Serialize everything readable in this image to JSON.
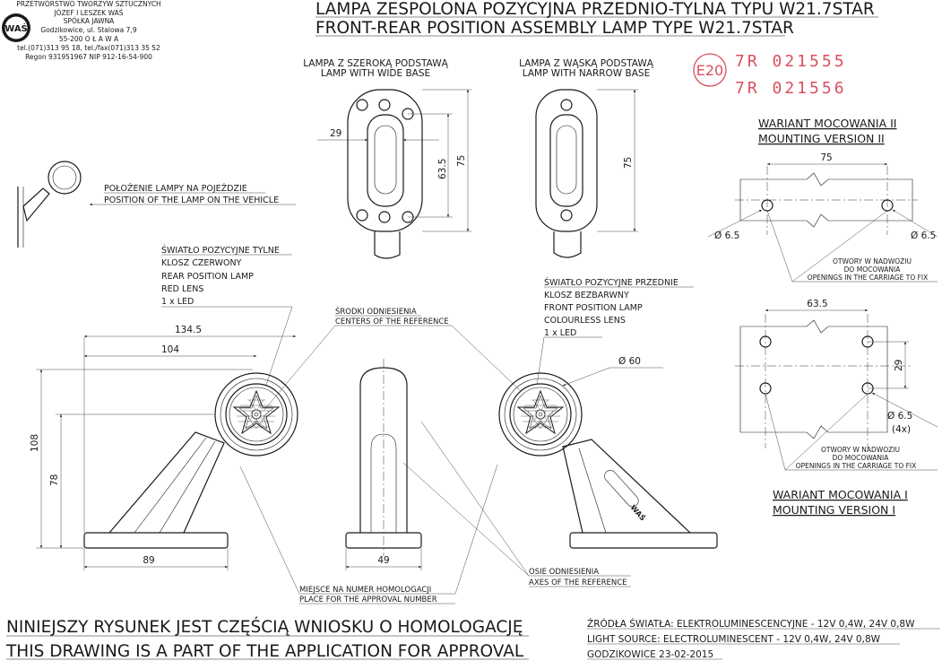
{
  "company": {
    "line1": "PRZETWÓRSTWO TWORZYW SZTUCZNYCH",
    "line2": "JÓZEF I LESZEK WAŚ",
    "line3": "SPÓŁKA JAWNA",
    "line4": "Godzikowice, ul. Stalowa 7,9",
    "line5": "55-200  O Ł A W A",
    "line6": "tel.(071)313 95 18, tel./fax(071)313 35 52",
    "line7": "Regon 931951967 NIP 912-16-54-900",
    "logo_text": "WAŚ"
  },
  "title": {
    "pl": "LAMPA ZESPOLONA POZYCYJNA PRZEDNIO-TYLNA  TYPU W21.7STAR",
    "en": "FRONT-REAR POSITION ASSEMBLY LAMP  TYPE W21.7STAR"
  },
  "approval": {
    "mark": "E20",
    "number_1": "7R  021555",
    "number_2": "7R  021556"
  },
  "views": {
    "wide_base_pl": "LAMPA Z SZEROKĄ PODSTAWĄ",
    "wide_base_en": "LAMP WITH WIDE BASE",
    "narrow_base_pl": "LAMPA Z WĄSKĄ PODSTAWĄ",
    "narrow_base_en": "LAMP WITH NARROW BASE",
    "position_pl": "POŁOŻENIE LAMPY NA POJEŹDZIE",
    "position_en": "POSITION OF THE LAMP ON THE VEHICLE"
  },
  "mounting_2": {
    "title_pl": "WARIANT MOCOWANIA II",
    "title_en": "MOUNTING VERSION II",
    "dim_75": "75",
    "hole_left": "Ø 6.5",
    "hole_right": "Ø 6.5",
    "note_pl_1": "OTWORY W NADWOZIU",
    "note_pl_2": "DO MOCOWANIA",
    "note_en": "OPENINGS IN THE CARRIAGE TO FIX"
  },
  "mounting_1": {
    "title_pl": "WARIANT MOCOWANIA I",
    "title_en": "MOUNTING VERSION I",
    "dim_635": "63.5",
    "dim_29": "29",
    "hole": "Ø 6.5",
    "hole_count": "(4x)",
    "note_pl_1": "OTWORY W NADWOZIU",
    "note_pl_2": "DO MOCOWANIA",
    "note_en": "OPENINGS IN THE CARRIAGE TO FIX"
  },
  "dims": {
    "wide_29": "29",
    "wide_635": "63.5",
    "wide_75": "75",
    "narrow_75": "75",
    "d_1345": "134.5",
    "d_104": "104",
    "d_108": "108",
    "d_78": "78",
    "d_89": "89",
    "d_49": "49",
    "d_60": "Ø 60"
  },
  "rear_lamp": {
    "l1": "ŚWIATŁO POZYCYJNE TYLNE",
    "l2": "KLOSZ  CZERWONY",
    "l3": "REAR POSITION LAMP",
    "l4": "RED LENS",
    "l5": "1 x LED"
  },
  "front_lamp": {
    "l1": "ŚWIATŁO POZYCYJNE PRZEDNIE",
    "l2": "KLOSZ BEZBARWNY",
    "l3": "FRONT POSITION LAMP",
    "l4": "COLOURLESS LENS",
    "l5": "1 x LED"
  },
  "references": {
    "centers_pl": "ŚRODKI ODNIESIENIA",
    "centers_en": "CENTERS OF THE REFERENCE",
    "axes_pl": "OSIE ODNIESIENIA",
    "axes_en": "AXES OF THE REFERENCE",
    "approval_place_pl": "MIEJSCE NA NUMER HOMOLOGACJI",
    "approval_place_en": "PLACE FOR THE APPROVAL NUMBER",
    "body_mark": "WAŚ"
  },
  "footer": {
    "statement_pl": "NINIEJSZY RYSUNEK JEST CZĘŚCIĄ WNIOSKU O  HOMOLOGACJĘ",
    "statement_en": "THIS DRAWING IS A PART OF THE APPLICATION FOR  APPROVAL",
    "light_pl": "ŹRÓDŁA ŚWIATŁA: ELEKTROLUMINESCENCYJNE - 12V 0,4W, 24V 0,8W",
    "light_en": "LIGHT SOURCE: ELECTROLUMINESCENT - 12V 0,4W, 24V 0,8W",
    "place_date": "GODZIKOWICE  23-02-2015"
  }
}
